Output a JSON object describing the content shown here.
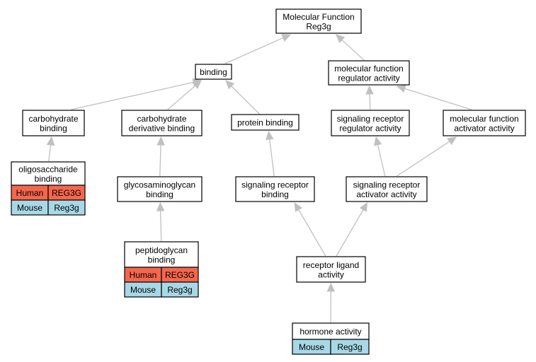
{
  "graph": {
    "nodes": {
      "mf": {
        "lines": [
          "Molecular Function",
          "Reg3g"
        ]
      },
      "bind": {
        "lines": [
          "binding"
        ]
      },
      "mfra": {
        "lines": [
          "molecular function",
          "regulator activity"
        ]
      },
      "carb": {
        "lines": [
          "carbohydrate",
          "binding"
        ]
      },
      "cdb": {
        "lines": [
          "carbohydrate",
          "derivative binding"
        ]
      },
      "prot": {
        "lines": [
          "protein binding"
        ]
      },
      "srra": {
        "lines": [
          "signaling receptor",
          "regulator activity"
        ]
      },
      "mfaa": {
        "lines": [
          "molecular function",
          "activator activity"
        ]
      },
      "olig": {
        "lines": [
          "oligosaccharide",
          "binding"
        ],
        "orthologs": [
          {
            "species": "Human",
            "gene": "REG3G"
          },
          {
            "species": "Mouse",
            "gene": "Reg3g"
          }
        ]
      },
      "gagb": {
        "lines": [
          "glycosaminoglycan",
          "binding"
        ]
      },
      "srb": {
        "lines": [
          "signaling receptor",
          "binding"
        ]
      },
      "sraa": {
        "lines": [
          "signaling receptor",
          "activator activity"
        ]
      },
      "pept": {
        "lines": [
          "peptidoglycan",
          "binding"
        ],
        "orthologs": [
          {
            "species": "Human",
            "gene": "REG3G"
          },
          {
            "species": "Mouse",
            "gene": "Reg3g"
          }
        ]
      },
      "rla": {
        "lines": [
          "receptor ligand",
          "activity"
        ]
      },
      "horm": {
        "lines": [
          "hormone activity"
        ],
        "orthologs": [
          {
            "species": "Mouse",
            "gene": "Reg3g"
          }
        ]
      }
    },
    "edges": [
      [
        "bind",
        "mf"
      ],
      [
        "mfra",
        "mf"
      ],
      [
        "carb",
        "bind"
      ],
      [
        "cdb",
        "bind"
      ],
      [
        "prot",
        "bind"
      ],
      [
        "srra",
        "mfra"
      ],
      [
        "mfaa",
        "mfra"
      ],
      [
        "olig",
        "carb"
      ],
      [
        "gagb",
        "cdb"
      ],
      [
        "pept",
        "gagb"
      ],
      [
        "srb",
        "prot"
      ],
      [
        "sraa",
        "srra"
      ],
      [
        "sraa",
        "mfaa"
      ],
      [
        "rla",
        "srb"
      ],
      [
        "rla",
        "sraa"
      ],
      [
        "horm",
        "rla"
      ]
    ],
    "colors": {
      "human": "#f4674c",
      "mouse": "#a8d8e6",
      "edge": "#c0c0c0"
    }
  }
}
